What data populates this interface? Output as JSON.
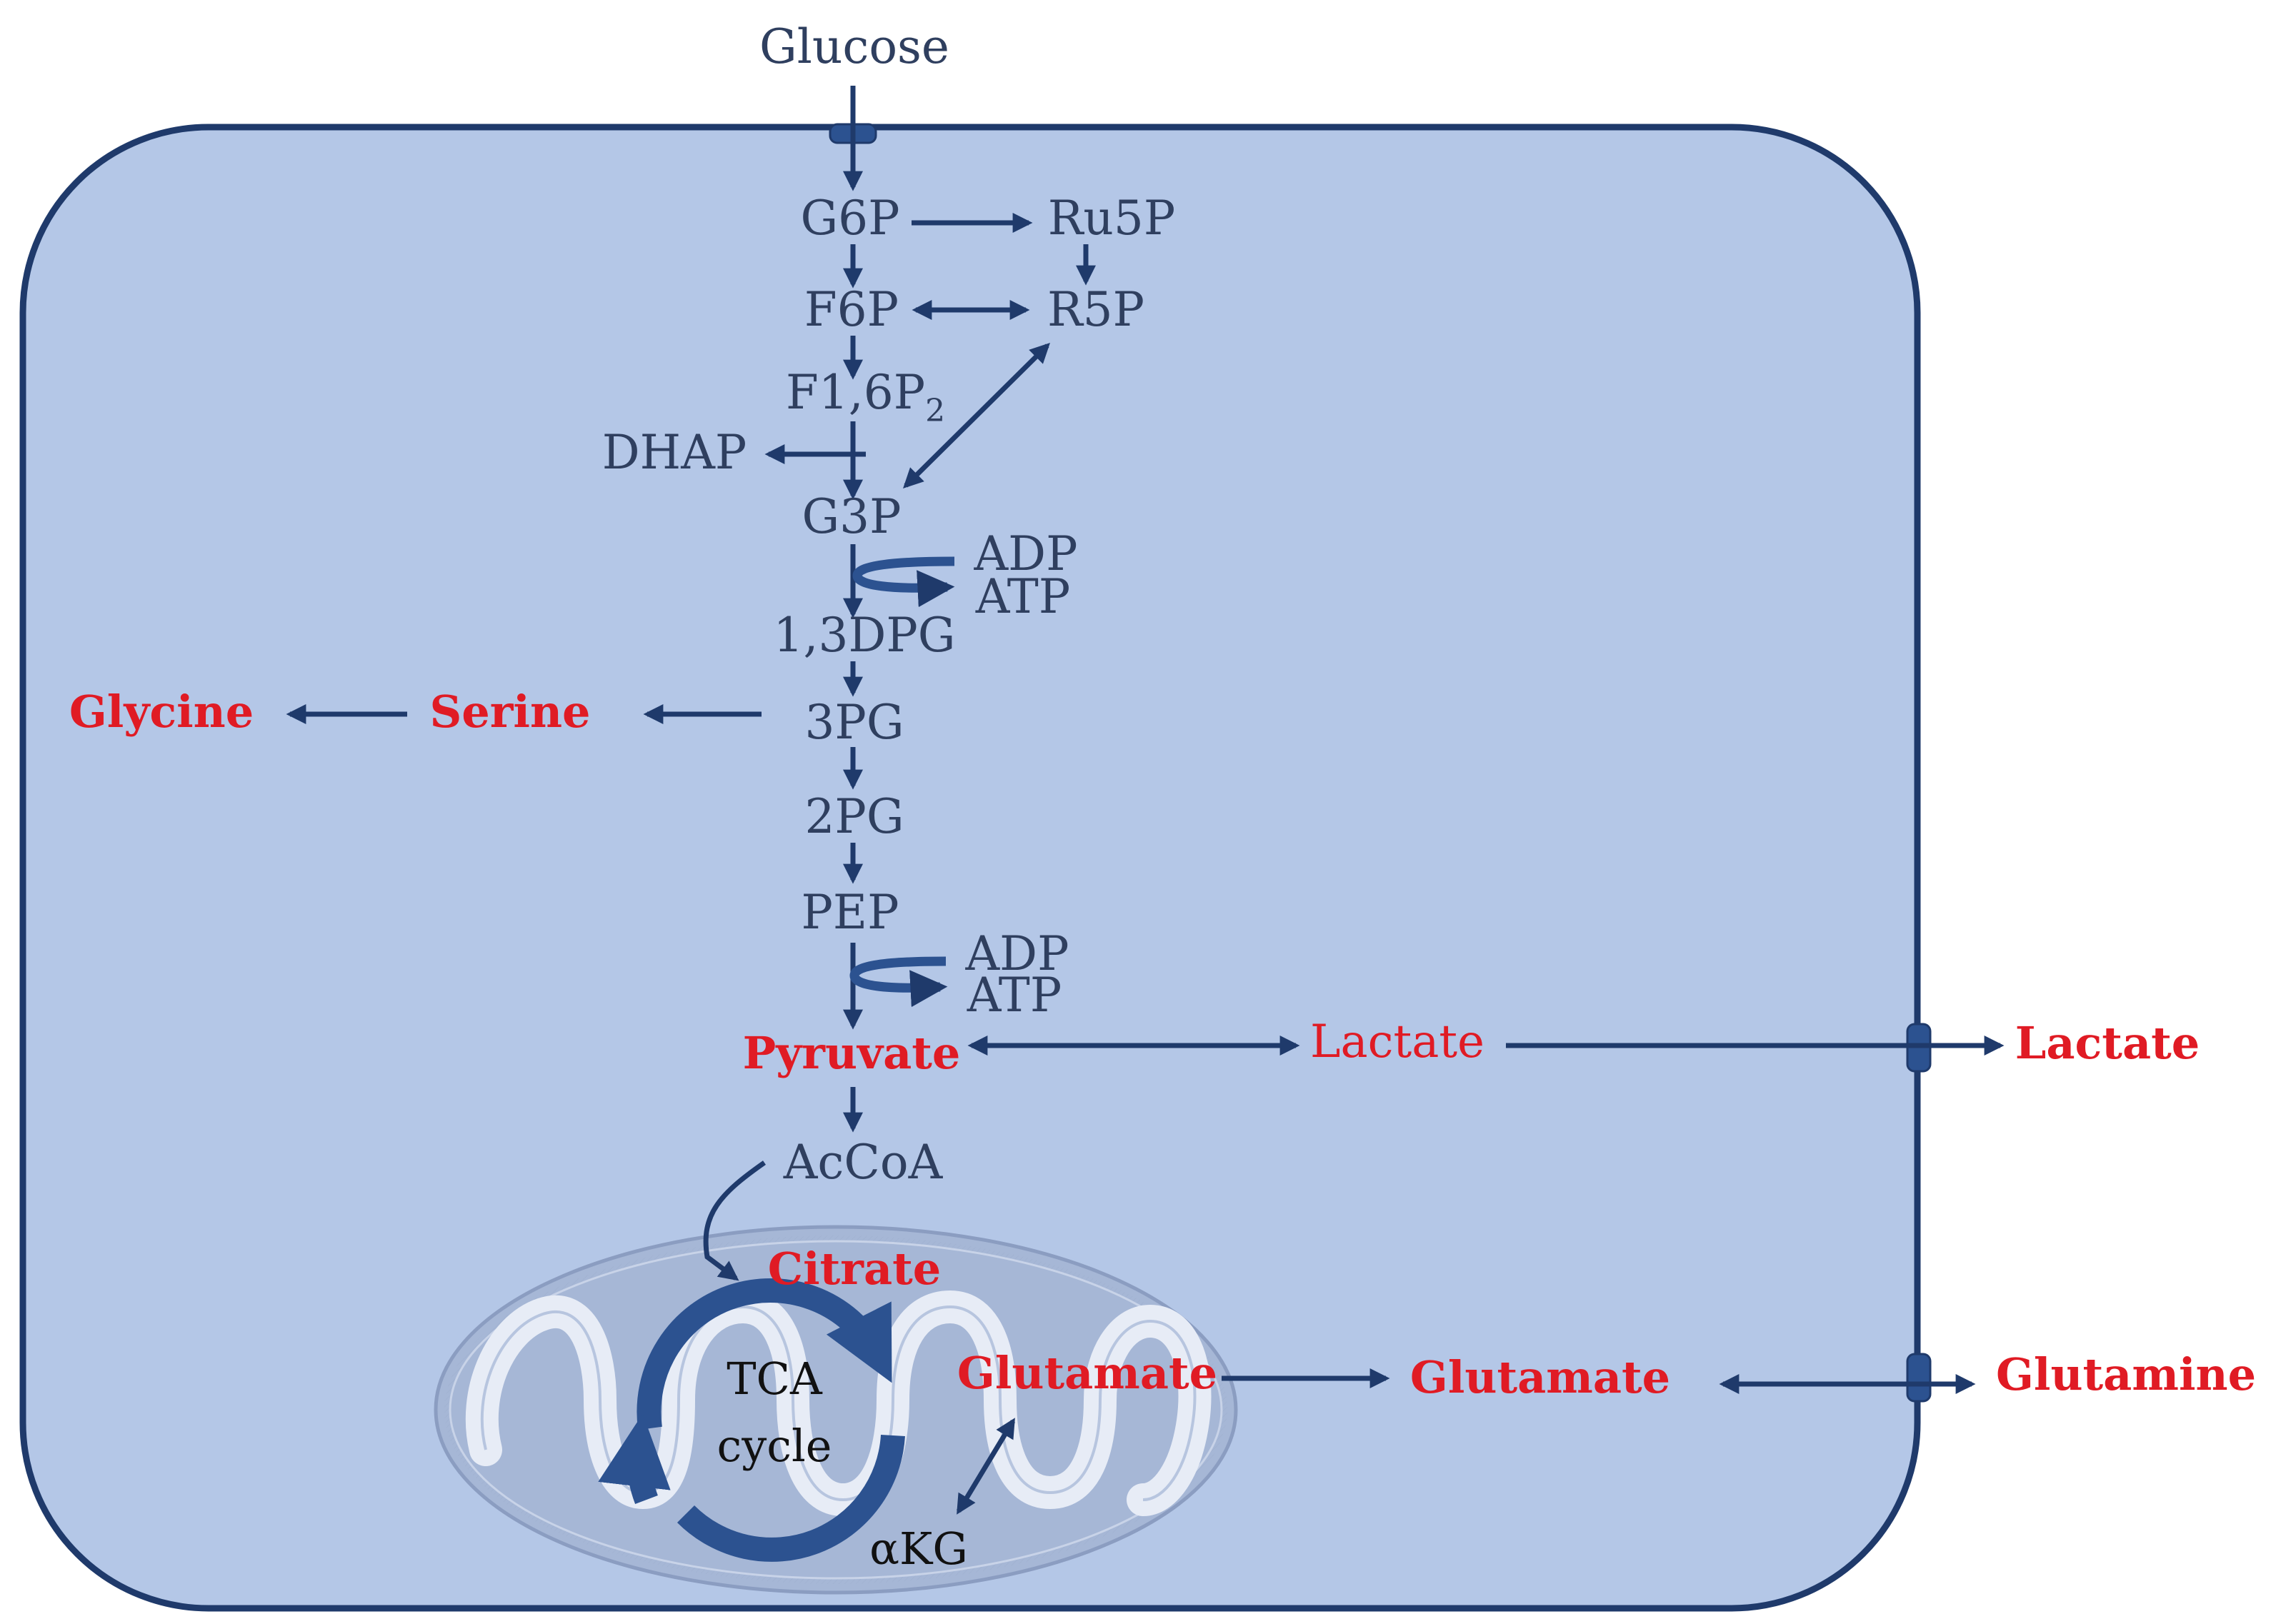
{
  "metabolites": {
    "glucose": "Glucose",
    "g6p": "G6P",
    "ru5p": "Ru5P",
    "f6p": "F6P",
    "r5p": "R5P",
    "f16p2_main": "F1,6P",
    "f16p2_sub": "2",
    "dhap": "DHAP",
    "g3p": "G3P",
    "adp1": "ADP",
    "atp1": "ATP",
    "dpg13": "1,3DPG",
    "pg3": "3PG",
    "serine": "Serine",
    "glycine": "Glycine",
    "pg2": "2PG",
    "pep": "PEP",
    "adp2": "ADP",
    "atp2": "ATP",
    "pyruvate": "Pyruvate",
    "lactate_in": "Lactate",
    "lactate_out": "Lactate",
    "accoa": "AcCoA",
    "citrate": "Citrate",
    "tca_line1": "TCA",
    "tca_line2": "cycle",
    "glutamate_mito": "Glutamate",
    "glutamate_cyto": "Glutamate",
    "glutamine": "Glutamine",
    "akg": "αKG"
  },
  "colors": {
    "cell_fill": "#b4c7e7",
    "cell_border": "#1f3a6b",
    "arrow": "#1f3a6b",
    "highlight_text": "#e01b24",
    "normal_text": "#2f3f5f"
  }
}
